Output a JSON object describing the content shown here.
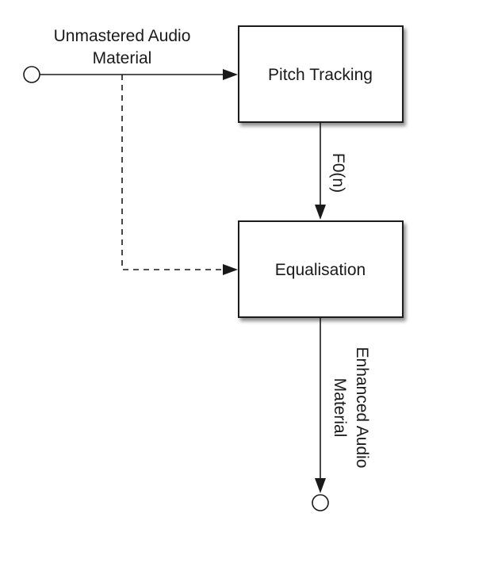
{
  "input": {
    "label_line1": "Unmastered Audio",
    "label_line2": "Material"
  },
  "blocks": {
    "pitch_tracking": "Pitch Tracking",
    "equalisation": "Equalisation"
  },
  "signals": {
    "f0": "F0(n)",
    "output_line1": "Enhanced Audio",
    "output_line2": "Material"
  }
}
